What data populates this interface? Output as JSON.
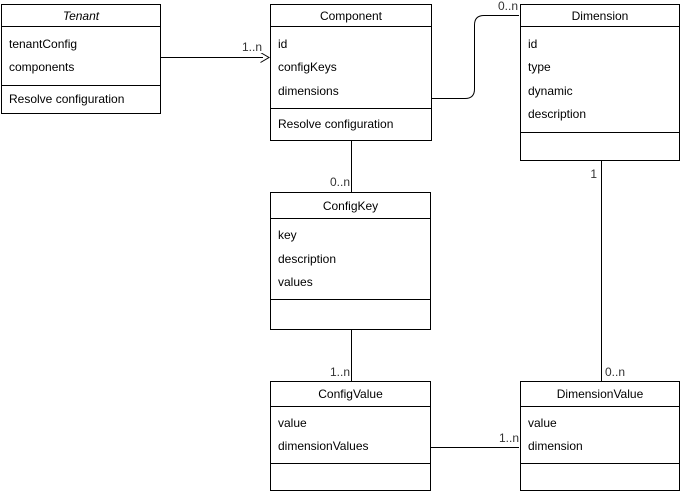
{
  "diagram": {
    "classes": {
      "tenant": {
        "title": "Tenant",
        "attributes": [
          "tenantConfig",
          "components"
        ],
        "methods": [
          "Resolve configuration"
        ]
      },
      "component": {
        "title": "Component",
        "attributes": [
          "id",
          "configKeys",
          "dimensions"
        ],
        "methods": [
          "Resolve configuration"
        ]
      },
      "dimension": {
        "title": "Dimension",
        "attributes": [
          "id",
          "type",
          "dynamic",
          "description"
        ],
        "methods": []
      },
      "config_key": {
        "title": "ConfigKey",
        "attributes": [
          "key",
          "description",
          "values"
        ],
        "methods": []
      },
      "config_value": {
        "title": "ConfigValue",
        "attributes": [
          "value",
          "dimensionValues"
        ],
        "methods": []
      },
      "dimension_value": {
        "title": "DimensionValue",
        "attributes": [
          "value",
          "dimension"
        ],
        "methods": []
      }
    },
    "relationships": [
      {
        "from": "Tenant",
        "to": "Component",
        "label": "1..n",
        "arrow": "open"
      },
      {
        "from": "Component",
        "to": "Dimension",
        "label": "0..n",
        "arrow": "none"
      },
      {
        "from": "Component",
        "to": "ConfigKey",
        "label": "0..n",
        "arrow": "none"
      },
      {
        "from": "ConfigKey",
        "to": "ConfigValue",
        "label": "1..n",
        "arrow": "none"
      },
      {
        "from": "ConfigValue",
        "to": "DimensionValue",
        "label": "1..n",
        "arrow": "none"
      },
      {
        "from": "Dimension",
        "to": "DimensionValue",
        "source_label": "1",
        "target_label": "0..n",
        "arrow": "none"
      }
    ],
    "colors": {
      "line": "#000000",
      "box_border": "#000000",
      "box_fill": "#ffffff",
      "text": "#000000",
      "edge_label_text": "#333333"
    }
  }
}
